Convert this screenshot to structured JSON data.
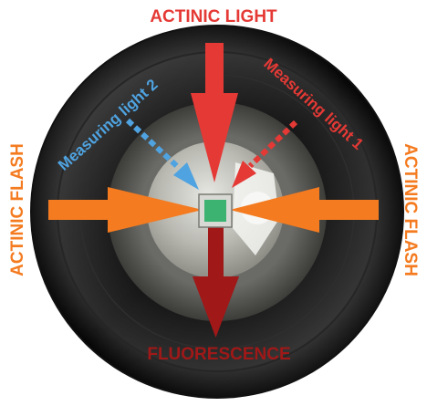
{
  "labels": {
    "top": "ACTINIC LIGHT",
    "bottom": "FLUORESCENCE",
    "left": "ACTINIC FLASH",
    "right": "ACTINIC FLASH",
    "measuring_1": "Measuring light 1",
    "measuring_2": "Measuring light 2"
  },
  "colors": {
    "actinic_light": "#e53935",
    "fluorescence": "#a01818",
    "actinic_flash": "#f47b20",
    "measuring_1": "#e53935",
    "measuring_2": "#4fa3e0",
    "sample": "#3cb371",
    "disc": "#111111"
  }
}
